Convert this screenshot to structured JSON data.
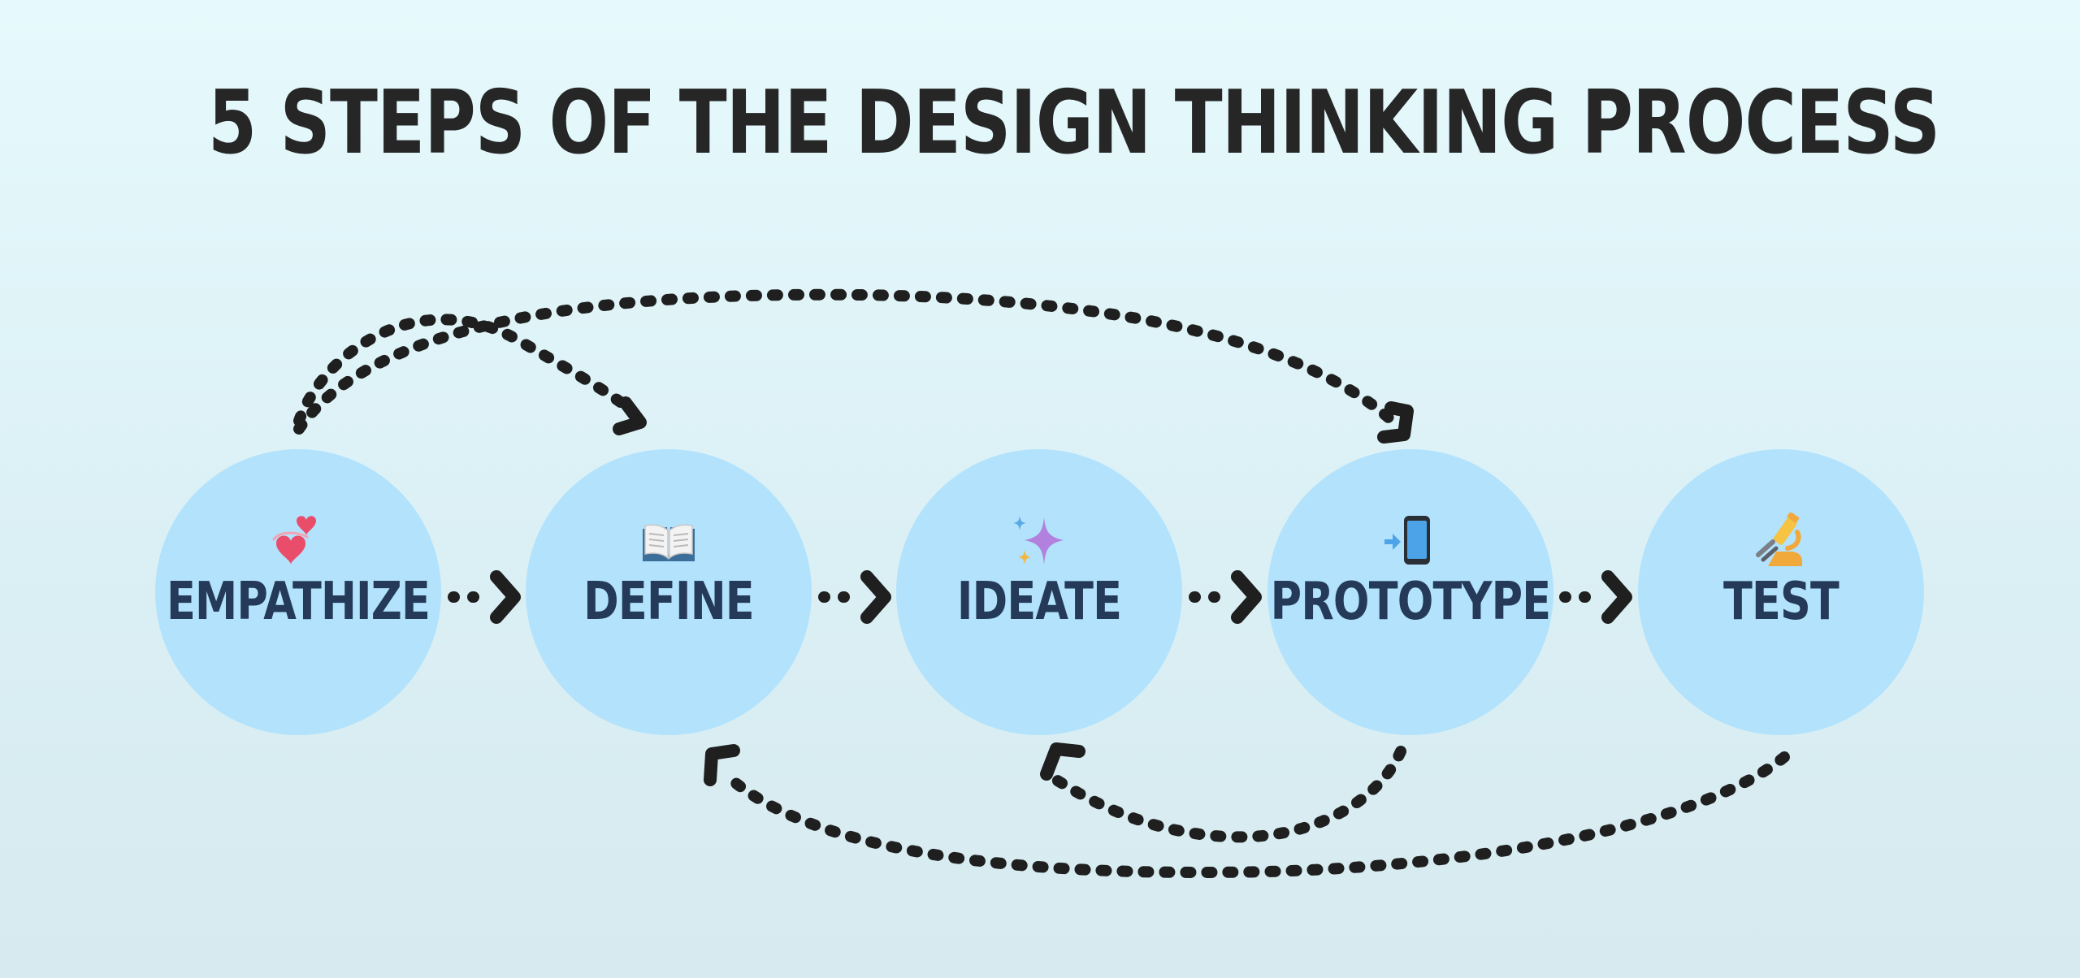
{
  "title": "5 STEPS OF THE DESIGN THINKING PROCESS",
  "stages": [
    {
      "label": "EMPATHIZE",
      "icon": "hearts-icon"
    },
    {
      "label": "DEFINE",
      "icon": "open-book-icon"
    },
    {
      "label": "IDEATE",
      "icon": "sparkles-icon"
    },
    {
      "label": "PROTOTYPE",
      "icon": "mobile-phone-arrow-icon"
    },
    {
      "label": "TEST",
      "icon": "microscope-icon"
    }
  ],
  "colors": {
    "circle_fill": "#b2e2fc",
    "label_text": "#243a58",
    "title_text": "#262626",
    "arrow": "#1f1f1f"
  }
}
